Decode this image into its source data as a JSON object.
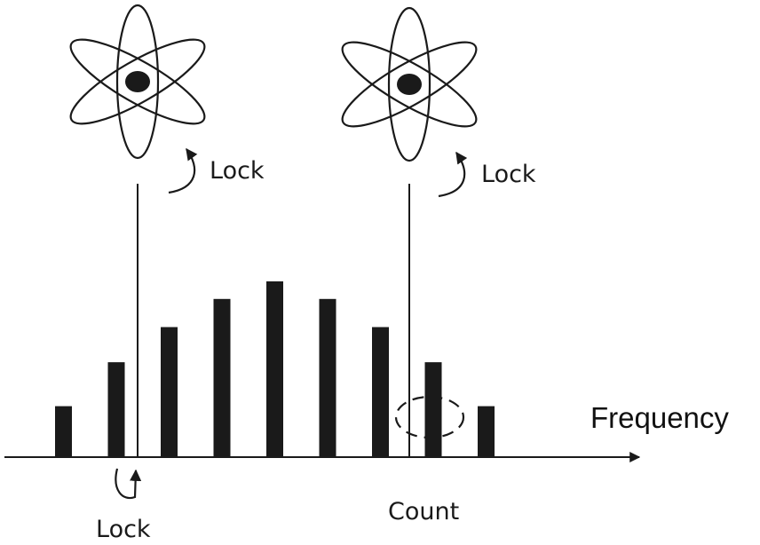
{
  "labels": {
    "axis": "Frequency",
    "lock_atom_1": "Lock",
    "lock_atom_2": "Lock",
    "lock_bottom": "Lock",
    "count": "Count"
  },
  "comb": {
    "tooth_heights": [
      0.29,
      0.54,
      0.74,
      0.9,
      1.0,
      0.9,
      0.74,
      0.54,
      0.29
    ],
    "locked_tooth_index": 1,
    "counted_tooth_index": 7
  },
  "colors": {
    "ink": "#1a1a1a",
    "background": "#ffffff"
  },
  "icons": {
    "atom": "atom-icon",
    "lock_arrow": "curved-arrow-icon",
    "count_marker": "dashed-ellipse-icon"
  }
}
